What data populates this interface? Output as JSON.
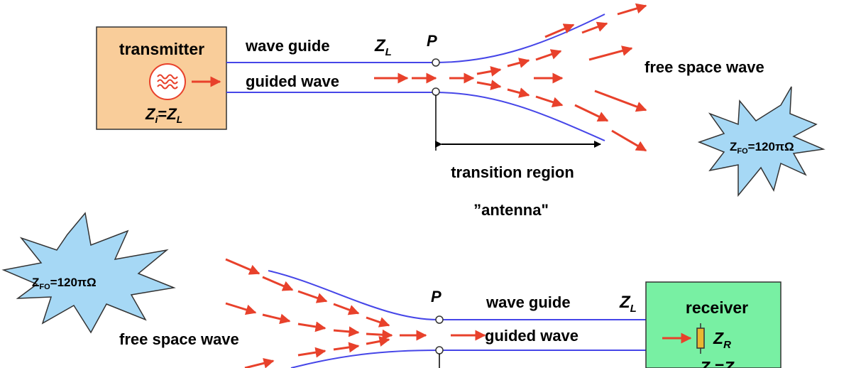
{
  "colors": {
    "transmitter_fill": "#F9CD9A",
    "receiver_fill": "#78F0A3",
    "waveguide_line": "#4646E8",
    "arrow": "#E8412B",
    "burst_fill": "#A6D8F5",
    "resistor": "#E9B830"
  },
  "top": {
    "transmitter": {
      "label": "transmitter",
      "impedance_left": "Z",
      "impedance_left_sub": "i",
      "eq": "=",
      "impedance_right": "Z",
      "impedance_right_sub": "L",
      "source_icon": "ac-source-icon"
    },
    "waveguide_label": "wave guide",
    "zl_label": "Z",
    "zl_sub": "L",
    "point_label": "P",
    "guided_wave_label": "guided wave",
    "free_space_label": "free space wave",
    "impedance_burst": {
      "z": "Z",
      "sub": "FO",
      "value": "=120πΩ"
    },
    "transition_label": "transition region",
    "antenna_label": "”antenna\""
  },
  "bottom": {
    "impedance_burst": {
      "z": "Z",
      "sub": "FO",
      "value": "=120πΩ"
    },
    "point_label": "P",
    "waveguide_label": "wave guide",
    "zl_label": "Z",
    "zl_sub": "L",
    "free_space_label": "free space wave",
    "guided_wave_label": "guided wave",
    "receiver": {
      "label": "receiver",
      "zr": "Z",
      "zr_sub": "R",
      "bottom_partial": "Z =Z",
      "resistor_icon": "resistor-icon"
    }
  }
}
